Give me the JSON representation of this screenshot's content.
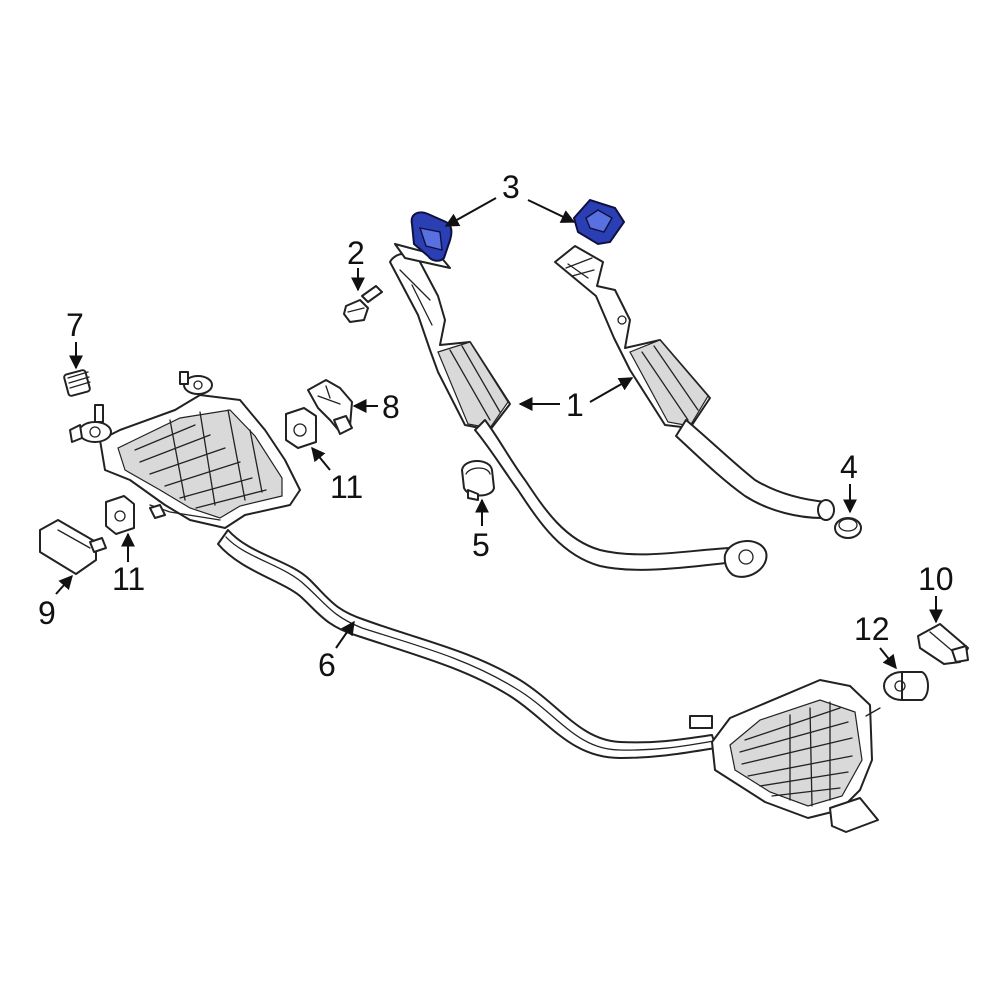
{
  "highlight_color": "#2b3fb5",
  "callouts": [
    {
      "id": "1",
      "text": "1"
    },
    {
      "id": "2",
      "text": "2"
    },
    {
      "id": "3",
      "text": "3"
    },
    {
      "id": "4",
      "text": "4"
    },
    {
      "id": "5",
      "text": "5"
    },
    {
      "id": "6",
      "text": "6"
    },
    {
      "id": "7",
      "text": "7"
    },
    {
      "id": "8",
      "text": "8"
    },
    {
      "id": "9",
      "text": "9"
    },
    {
      "id": "10",
      "text": "10"
    },
    {
      "id": "11a",
      "text": "11"
    },
    {
      "id": "11b",
      "text": "11"
    },
    {
      "id": "12",
      "text": "12"
    }
  ]
}
